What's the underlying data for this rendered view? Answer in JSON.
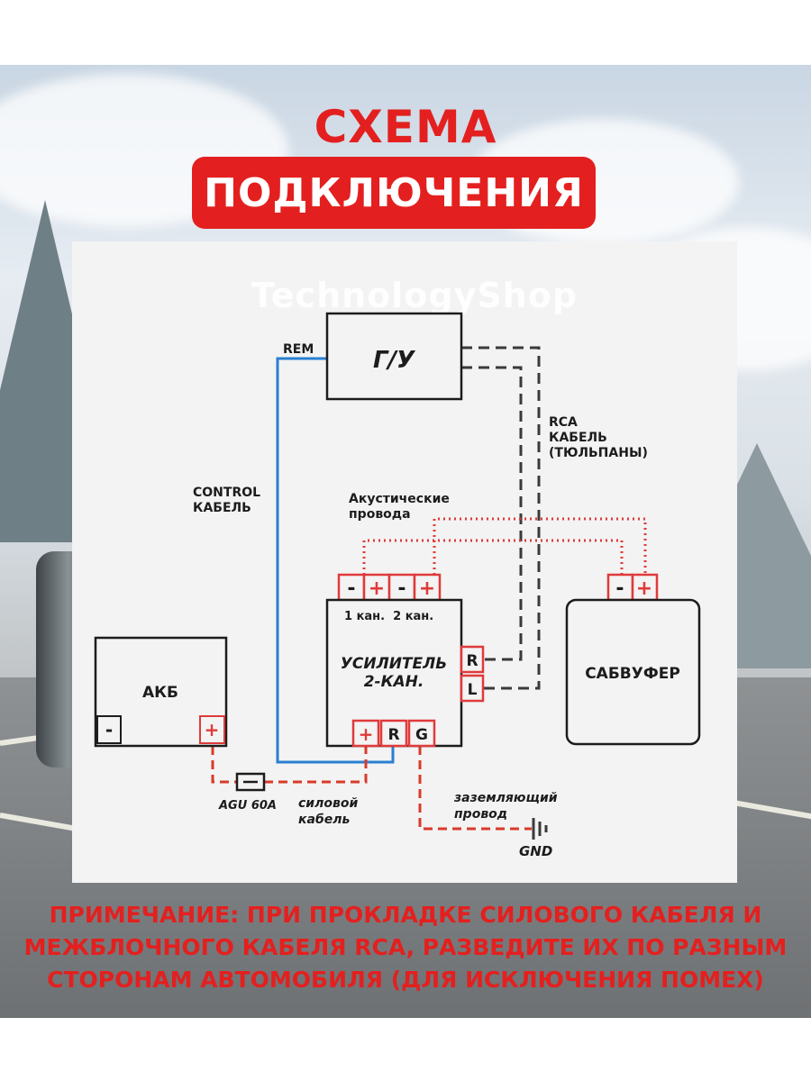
{
  "header": {
    "title_line1": "СХЕМА",
    "title_line2": "ПОДКЛЮЧЕНИЯ"
  },
  "watermark": "TechnologyShop",
  "colors": {
    "accent": "#e3201f",
    "control_wire": "#2a7fd1",
    "power_wire": "#d93a2a",
    "rca_wire": "#3a3a3a",
    "speaker_wire": "#e03a3a"
  },
  "diagram": {
    "head_unit": "Г/У",
    "rem": "REM",
    "control_cable": [
      "CONTROL",
      "КАБЕЛЬ"
    ],
    "rca_cable": [
      "RCA",
      "КАБЕЛЬ",
      "(ТЮЛЬПАНЫ)"
    ],
    "speaker_wires": [
      "Акустические",
      "провода"
    ],
    "amp_terminals": [
      "-",
      "+",
      "-",
      "+"
    ],
    "channel_labels": "1 кан.  2 кан.",
    "amplifier": [
      "УСИЛИТЕЛЬ",
      "2-КАН."
    ],
    "rca_inputs": [
      "R",
      "L"
    ],
    "amp_power": [
      "+",
      "R",
      "G"
    ],
    "battery": "АКБ",
    "battery_minus": "-",
    "battery_plus": "+",
    "subwoofer": "САБВУФЕР",
    "sub_terminals": [
      "-",
      "+"
    ],
    "fuse": "AGU 60A",
    "power_cable": [
      "силовой",
      "кабель"
    ],
    "ground_wire": [
      "заземляющий",
      "провод"
    ],
    "gnd": "GND"
  },
  "note": [
    "ПРИМЕЧАНИЕ: ПРИ ПРОКЛАДКЕ СИЛОВОГО КАБЕЛЯ И",
    "МЕЖБЛОЧНОГО КАБЕЛЯ RCA, РАЗВЕДИТЕ ИХ ПО РАЗНЫМ",
    "СТОРОНАМ АВТОМОБИЛЯ (ДЛЯ ИСКЛЮЧЕНИЯ ПОМЕХ)"
  ]
}
